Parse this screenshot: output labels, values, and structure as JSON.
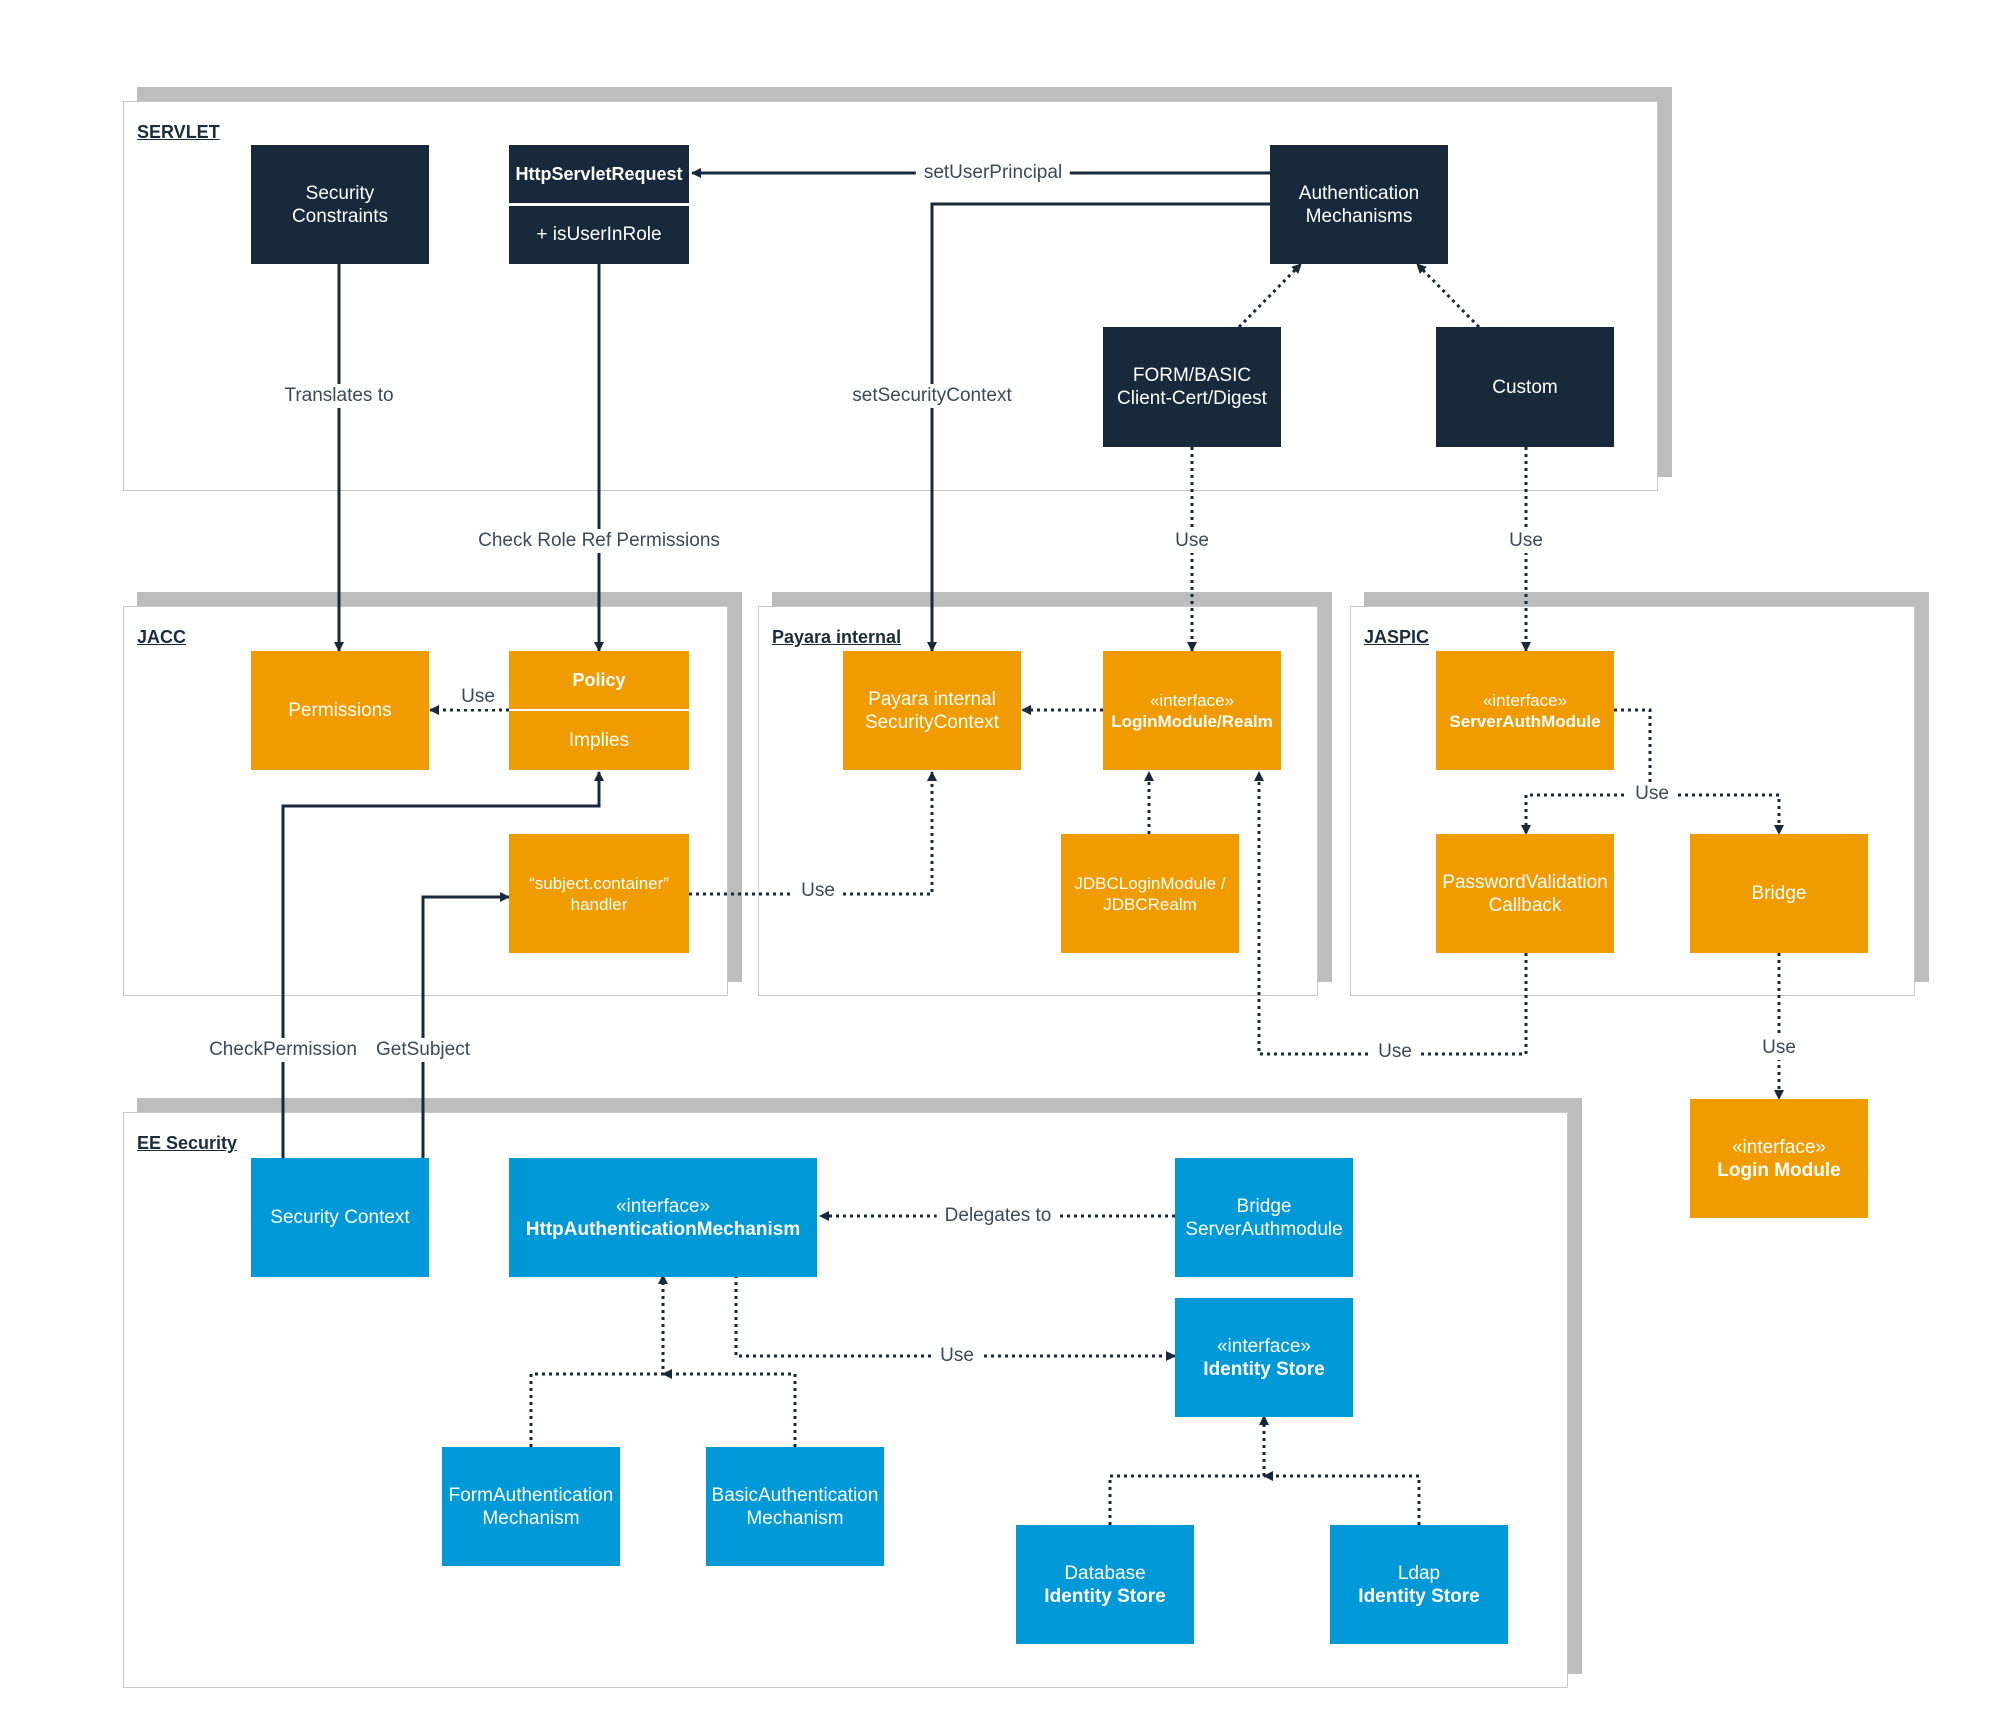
{
  "panels": {
    "servlet": "SERVLET",
    "jacc": "JACC",
    "payara": "Payara internal",
    "jaspic": "JASPIC",
    "ee": "EE Security"
  },
  "nodes": {
    "security_constraints": [
      "Security",
      "Constraints"
    ],
    "http_request_title": "HttpServletRequest",
    "http_request_method": "+ isUserInRole",
    "auth_mechanisms": [
      "Authentication",
      "Mechanisms"
    ],
    "form_basic": [
      "FORM/BASIC",
      "Client-Cert/Digest"
    ],
    "custom": "Custom",
    "permissions": "Permissions",
    "policy_title": "Policy",
    "policy_method": "Implies",
    "subject_handler": [
      "“subject.container”",
      "handler"
    ],
    "payara_security_context": [
      "Payara internal",
      "SecurityContext"
    ],
    "login_module_realm": [
      "«interface»",
      "LoginModule/Realm"
    ],
    "jdbc_login": [
      "JDBCLoginModule /",
      "JDBCRealm"
    ],
    "server_auth_module": [
      "«interface»",
      "ServerAuthModule"
    ],
    "password_callback": [
      "PasswordValidation",
      "Callback"
    ],
    "bridge": "Bridge",
    "login_module": [
      "«interface»",
      "Login Module"
    ],
    "security_context": "Security Context",
    "http_auth_mechanism": [
      "«interface»",
      "HttpAuthenticationMechanism"
    ],
    "bridge_sam": [
      "Bridge",
      "ServerAuthmodule"
    ],
    "identity_store": [
      "«interface»",
      "Identity Store"
    ],
    "form_auth": [
      "FormAuthentication",
      "Mechanism"
    ],
    "basic_auth": [
      "BasicAuthentication",
      "Mechanism"
    ],
    "database_store": [
      "Database",
      "Identity Store"
    ],
    "ldap_store": [
      "Ldap",
      "Identity Store"
    ]
  },
  "edge_labels": {
    "set_user_principal": "setUserPrincipal",
    "translates_to": "Translates to",
    "set_security_context": "setSecurityContext",
    "check_role_ref": "Check Role Ref Permissions",
    "use": "Use",
    "check_permission": "CheckPermission",
    "get_subject": "GetSubject",
    "delegates_to": "Delegates to"
  },
  "colors": {
    "dark": "#18293b",
    "orange": "#f09b00",
    "blue": "#0099d8",
    "line": "#18293b",
    "panel_border": "#c8c8c8",
    "panel_shadow": "#bdbdbd"
  }
}
